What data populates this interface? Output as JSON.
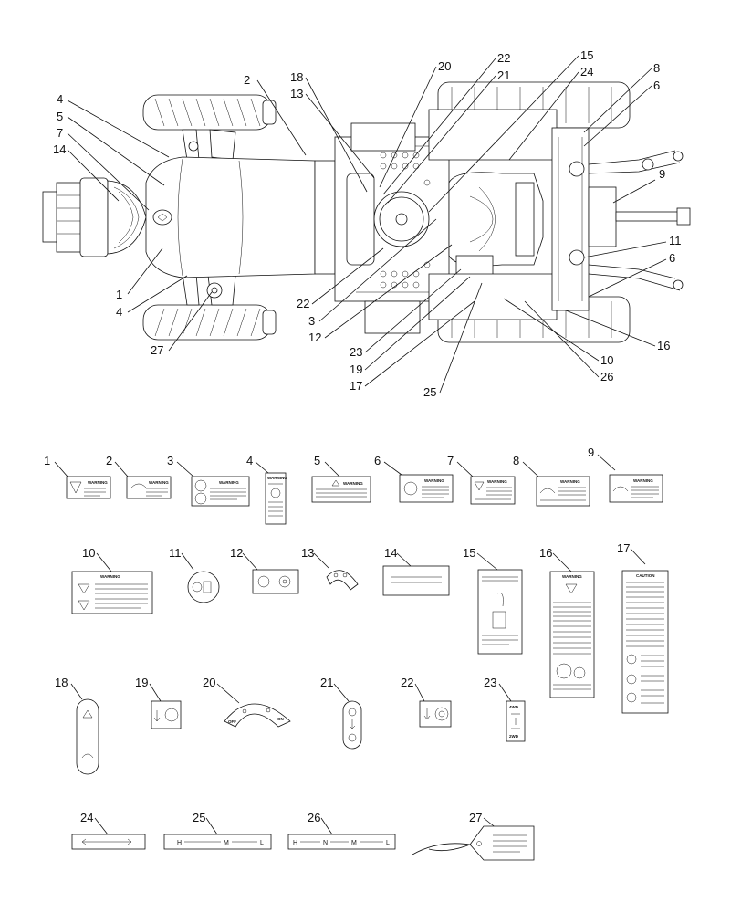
{
  "callouts": {
    "c1": "1",
    "c2": "2",
    "c3": "3",
    "c4a": "4",
    "c4b": "4",
    "c5": "5",
    "c6a": "6",
    "c6b": "6",
    "c7": "7",
    "c8": "8",
    "c9": "9",
    "c10": "10",
    "c11": "11",
    "c12": "12",
    "c13": "13",
    "c14": "14",
    "c15": "15",
    "c16": "16",
    "c17": "17",
    "c18": "18",
    "c19": "19",
    "c20": "20",
    "c21": "21",
    "c22a": "22",
    "c22b": "22",
    "c23": "23",
    "c24": "24",
    "c25": "25",
    "c26": "26",
    "c27": "27"
  },
  "decals": {
    "d1": "1",
    "d2": "2",
    "d3": "3",
    "d4": "4",
    "d5": "5",
    "d6": "6",
    "d7": "7",
    "d8": "8",
    "d9": "9",
    "d10": "10",
    "d11": "11",
    "d12": "12",
    "d13": "13",
    "d14": "14",
    "d15": "15",
    "d16": "16",
    "d17": "17",
    "d18": "18",
    "d19": "19",
    "d20": "20",
    "d21": "21",
    "d22": "22",
    "d23": "23",
    "d24": "24",
    "d25": "25",
    "d26": "26",
    "d27": "27"
  },
  "decal_text": {
    "warning": "WARNING",
    "caution": "CAUTION",
    "range25": [
      "H",
      "M",
      "L"
    ],
    "range26": [
      "H",
      "N",
      "M",
      "L"
    ],
    "d20_off": "OFF",
    "d20_on": "ON",
    "d23_top": "4WD",
    "d23_bottom": "2WD"
  }
}
